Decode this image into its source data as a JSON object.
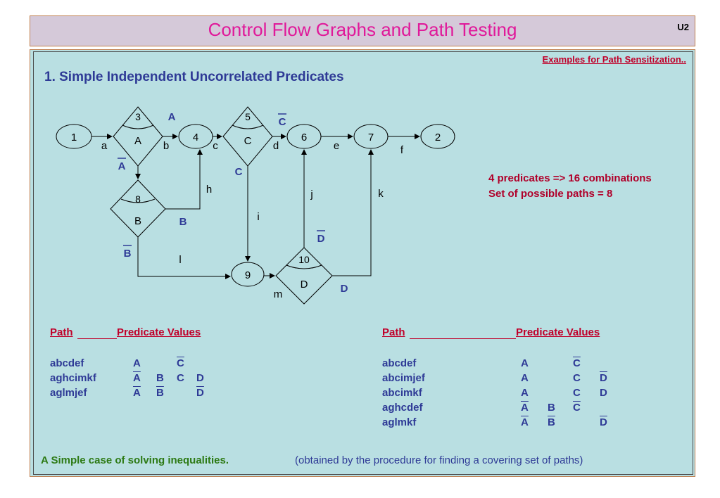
{
  "header": {
    "title": "Control Flow Graphs and Path Testing",
    "code": "U2"
  },
  "examples_link": "Examples for Path Sensitization..",
  "heading": "1. Simple Independent Uncorrelated Predicates",
  "graph": {
    "nodes": [
      "1",
      "4",
      "6",
      "7",
      "2",
      "9"
    ],
    "decisions": [
      {
        "num": "3",
        "pred": "A"
      },
      {
        "num": "5",
        "pred": "C"
      },
      {
        "num": "8",
        "pred": "B"
      },
      {
        "num": "10",
        "pred": "D"
      }
    ],
    "edge_labels": [
      "a",
      "b",
      "c",
      "d",
      "e",
      "f",
      "h",
      "i",
      "j",
      "k",
      "l",
      "m"
    ],
    "predicate_labels": {
      "A": "A",
      "A_bar": "A",
      "C": "C",
      "C_bar": "C",
      "B": "B",
      "B_bar": "B",
      "D": "D",
      "D_bar": "D"
    }
  },
  "notes": {
    "line1": "4 predicates => 16 combinations",
    "line2": "Set of possible paths = 8"
  },
  "table_left": {
    "col_path": "Path",
    "col_pred": "Predicate Values",
    "rows": [
      {
        "path": "abcdef",
        "preds": [
          {
            "t": "A",
            "bar": false
          },
          {
            "t": "",
            "bar": false
          },
          {
            "t": "C",
            "bar": true
          },
          {
            "t": "",
            "bar": false
          }
        ]
      },
      {
        "path": "aghcimkf",
        "preds": [
          {
            "t": "A",
            "bar": true
          },
          {
            "t": "B",
            "bar": false
          },
          {
            "t": "C",
            "bar": false
          },
          {
            "t": "D",
            "bar": false
          }
        ]
      },
      {
        "path": "aglmjef",
        "preds": [
          {
            "t": "A",
            "bar": true
          },
          {
            "t": "B",
            "bar": true
          },
          {
            "t": "",
            "bar": false
          },
          {
            "t": "D",
            "bar": true
          }
        ]
      }
    ]
  },
  "table_right": {
    "col_path": "Path",
    "col_pred": "Predicate Values",
    "rows": [
      {
        "path": "abcdef",
        "preds": [
          {
            "t": "A",
            "bar": false
          },
          {
            "t": "",
            "bar": false
          },
          {
            "t": "C",
            "bar": true
          },
          {
            "t": "",
            "bar": false
          }
        ]
      },
      {
        "path": "abcimjef",
        "preds": [
          {
            "t": "A",
            "bar": false
          },
          {
            "t": "",
            "bar": false
          },
          {
            "t": "C",
            "bar": false
          },
          {
            "t": "D",
            "bar": true
          }
        ]
      },
      {
        "path": "abcimkf",
        "preds": [
          {
            "t": "A",
            "bar": false
          },
          {
            "t": "",
            "bar": false
          },
          {
            "t": "C",
            "bar": false
          },
          {
            "t": "D",
            "bar": false
          }
        ]
      },
      {
        "path": "aghcdef",
        "preds": [
          {
            "t": "A",
            "bar": true
          },
          {
            "t": "B",
            "bar": false
          },
          {
            "t": "C",
            "bar": true
          },
          {
            "t": "",
            "bar": false
          }
        ]
      },
      {
        "path": "aglmkf",
        "preds": [
          {
            "t": "A",
            "bar": true
          },
          {
            "t": "B",
            "bar": true
          },
          {
            "t": "",
            "bar": false
          },
          {
            "t": "D",
            "bar": true
          }
        ]
      }
    ]
  },
  "footer": {
    "green": "A Simple case of solving inequalities.",
    "note": "(obtained by the procedure for finding a covering set of paths)"
  }
}
